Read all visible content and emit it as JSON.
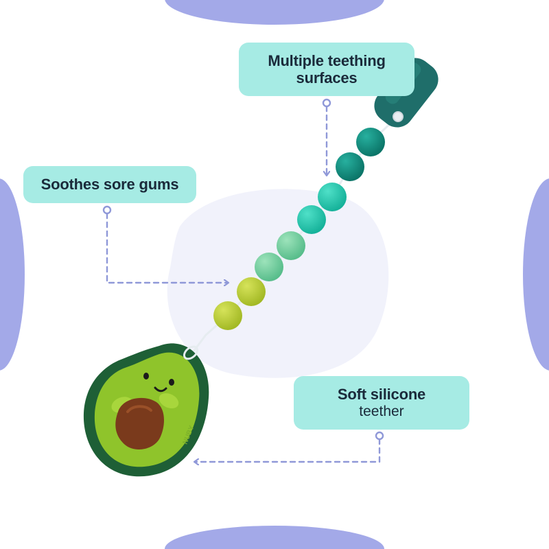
{
  "callouts": {
    "multiple_surfaces": {
      "line1": "Multiple teething",
      "line2": "surfaces"
    },
    "soothes": {
      "text": "Soothes sore gums"
    },
    "soft_silicone": {
      "bold": "Soft silicone",
      "light": "teether"
    }
  },
  "product": {
    "brand_mark": "NUBY"
  },
  "colors": {
    "callout_bg": "#a6ebe4",
    "callout_text": "#1a2a3a",
    "decor_circle": "#a3a9e8",
    "blob": "#f1f2fb",
    "dashed_line": "#8f98d8",
    "clip": "#1f6e6a",
    "bead_dark_teal": "#118a7c",
    "bead_teal": "#1ec3aa",
    "bead_mint": "#73cf9e",
    "bead_lime": "#b6cc2e",
    "avocado_rim": "#1e5f36",
    "avocado_flesh": "#8fc42b",
    "avocado_pit": "#7a3a1c"
  }
}
